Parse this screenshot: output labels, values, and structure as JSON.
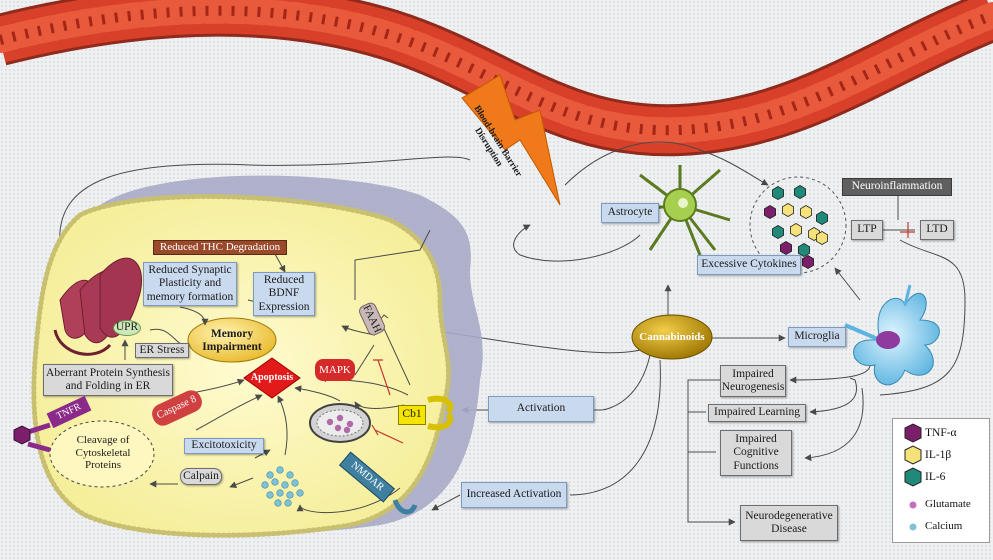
{
  "labels": {
    "bbb": "Blood-brain Barrier Disruption",
    "reduced_thc": "Reduced THC Degradation",
    "reduced_synaptic": "Reduced Synaptic Plasticity and memory formation",
    "reduced_bdnf": "Reduced BDNF Expression",
    "memory": "Memory Impairment",
    "upr": "UPR",
    "er_stress": "ER Stress",
    "aberrant": "Aberrant Protein Synthesis and Folding in ER",
    "apoptosis": "Apoptosis",
    "mapk": "MAPK",
    "faah": "FAAH",
    "caspase": "Caspase 8",
    "tnfr": "TNFR",
    "cleavage": "Cleavage of Cytoskeletal Proteins",
    "excitotoxicity": "Excitotoxicity",
    "calpain": "Calpain",
    "nmdar": "NMDAR",
    "cb1": "Cb1",
    "activation": "Activation",
    "increased_activation": "Increased Activation",
    "cannabinoids": "Cannabinoids",
    "astrocyte": "Astrocyte",
    "excessive_cytokines": "Excessive Cytokines",
    "neuroinflammation": "Neuroinflammation",
    "ltp": "LTP",
    "ltd": "LTD",
    "microglia": "Microglia",
    "impaired_neurogenesis": "Impaired Neurogenesis",
    "impaired_learning": "Impaired Learning",
    "impaired_cognitive": "Impaired Cognitive Functions",
    "neurodegenerative": "Neurodegenerative Disease"
  },
  "legend": [
    {
      "name": "TNF-α",
      "color": "#7b1f6b",
      "shape": "hexagon"
    },
    {
      "name": "IL-1β",
      "color": "#f5e27a",
      "shape": "hexagon"
    },
    {
      "name": "IL-6",
      "color": "#1f8a7a",
      "shape": "hexagon"
    },
    {
      "name": "Glutamate",
      "color": "#c56fbf",
      "shape": "dot"
    },
    {
      "name": "Calcium",
      "color": "#7fc2d8",
      "shape": "dot"
    }
  ],
  "colors": {
    "vessel": "#d8402a",
    "cell": "#fbf5b0",
    "apoptosis": "#e31a1a",
    "cannabinoids": "#d8a810",
    "cb1": "#f5e400",
    "tnfr": "#8b2a8a",
    "nmdar": "#3f7f9f"
  }
}
